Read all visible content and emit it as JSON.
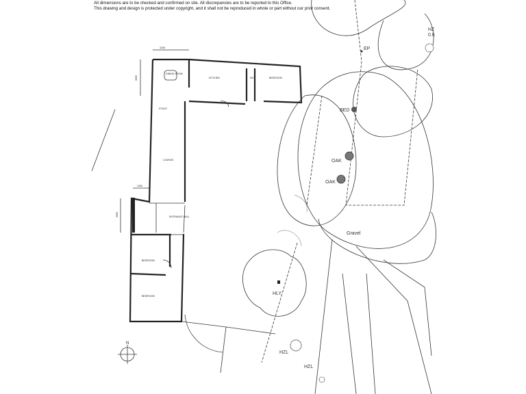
{
  "notes": {
    "line1": "All dimensions are to be checked and confirmed on site. All discrepancies are to be reported to this Office.",
    "line2": "This drawing and design is protected under copyright, and it shall not be reproduced in whole or part without our prior consent."
  },
  "dimensions": {
    "top": "3150",
    "left": "3000",
    "mid": "1250",
    "lower": "3500"
  },
  "rooms": {
    "dining": "DINING ROOM",
    "kitchen": "KITCHEN",
    "wc": "WC",
    "bedroom1": "BEDROOM",
    "study": "STUDY",
    "lounge": "LOUNGE",
    "entrance": "ENTRANCE HALL",
    "bedroom2": "BEDROOM",
    "bedroom3": "BEDROOM"
  },
  "trees": {
    "ep": "EP",
    "hz": "HZ",
    "hz_size": "0.6",
    "bed": "BED",
    "oak1": "OAK",
    "oak2": "OAK",
    "gravel": "Gravel",
    "hly": "HLY",
    "hzl1": "HZL",
    "hzl2": "HZL"
  },
  "north": "N"
}
